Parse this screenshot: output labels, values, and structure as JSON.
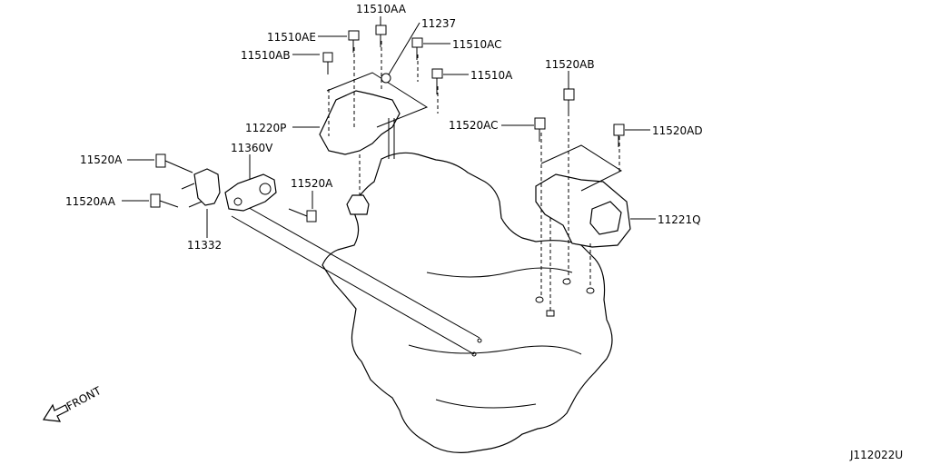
{
  "diagram_id": "J112022U",
  "front_label": "FRONT",
  "labels": {
    "p11510AA": "11510AA",
    "p11237": "11237",
    "p11510AE": "11510AE",
    "p11510AC": "11510AC",
    "p11510AB": "11510AB",
    "p11510A": "11510A",
    "p11220P": "11220P",
    "p11360V": "11360V",
    "p11520A_left": "11520A",
    "p11520A_mid": "11520A",
    "p11520AA": "11520AA",
    "p11332": "11332",
    "p11520AB": "11520AB",
    "p11520AC": "11520AC",
    "p11520AD": "11520AD",
    "p11221Q": "11221Q"
  }
}
